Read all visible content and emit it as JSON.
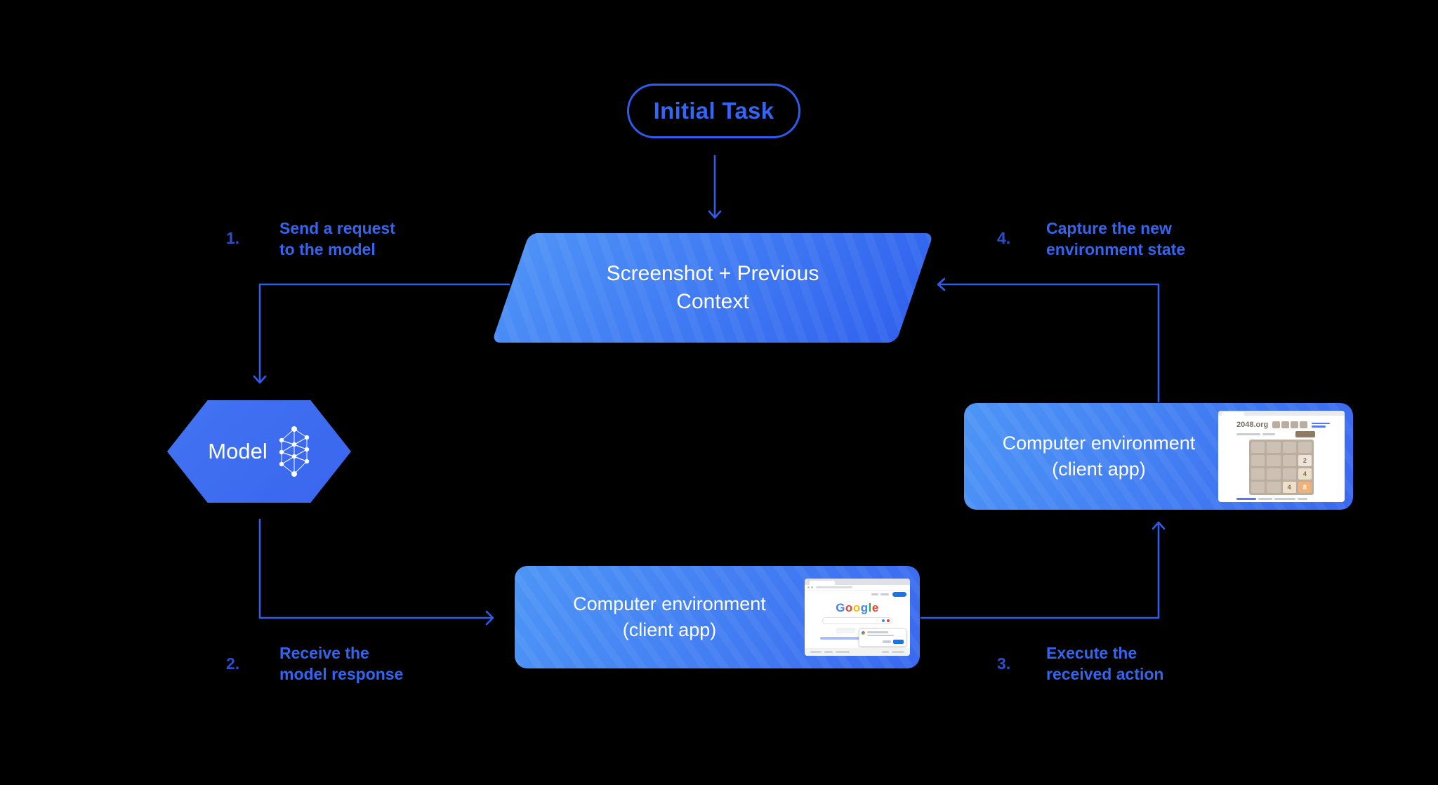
{
  "palette": {
    "background": "#000000",
    "arrow_line": "#2f5ceb",
    "pill_border": "#2d5cf0",
    "pill_text": "#3366f4",
    "step_number_color": "#2a4fd2",
    "step_label_color": "#3465f0",
    "parallelogram_gradient": [
      "#4e92f7",
      "#3162ee"
    ],
    "box_gradient": [
      "#4d95f6",
      "#3a69f0"
    ],
    "hexagon_gradient": [
      "#4274f2",
      "#3a66ee"
    ],
    "node_text_color": "#ffffff"
  },
  "nodes": {
    "initial_task": {
      "label": "Initial Task"
    },
    "screenshot_context": {
      "line1": "Screenshot + Previous",
      "line2": "Context"
    },
    "model": {
      "label": "Model",
      "icon": "neural-network-icon"
    },
    "env_bottom": {
      "line1": "Computer environment",
      "line2": "(client app)",
      "screenshot": "google-search-page"
    },
    "env_right": {
      "line1": "Computer environment",
      "line2": "(client app)",
      "screenshot": "2048-game-page"
    }
  },
  "steps": [
    {
      "number": "1.",
      "line1": "Send a request",
      "line2": "to the model"
    },
    {
      "number": "2.",
      "line1": "Receive the",
      "line2": "model response"
    },
    {
      "number": "3.",
      "line1": "Execute the",
      "line2": "received action"
    },
    {
      "number": "4.",
      "line1": "Capture the new",
      "line2": "environment state"
    }
  ],
  "mini_google": {
    "logo_letters": [
      "G",
      "o",
      "o",
      "g",
      "l",
      "e"
    ],
    "logo_colors": [
      "#4285f4",
      "#ea4335",
      "#fbbc05",
      "#4285f4",
      "#34a853",
      "#ea4335"
    ],
    "accent_button_color": "#1a73e8"
  },
  "mini_2048": {
    "site": "2048.org",
    "board_bg": "#bbada0",
    "cell_bg": "#cdc1b4",
    "new_game_button_color": "#8f7a66",
    "tiles": [
      {
        "row": 2,
        "col": 4,
        "value": "2",
        "bg": "#eee4da"
      },
      {
        "row": 3,
        "col": 4,
        "value": "4",
        "bg": "#ede0c8"
      },
      {
        "row": 4,
        "col": 3,
        "value": "4",
        "bg": "#ede0c8"
      },
      {
        "row": 4,
        "col": 4,
        "value": "8",
        "bg": "#f2b179"
      }
    ]
  }
}
